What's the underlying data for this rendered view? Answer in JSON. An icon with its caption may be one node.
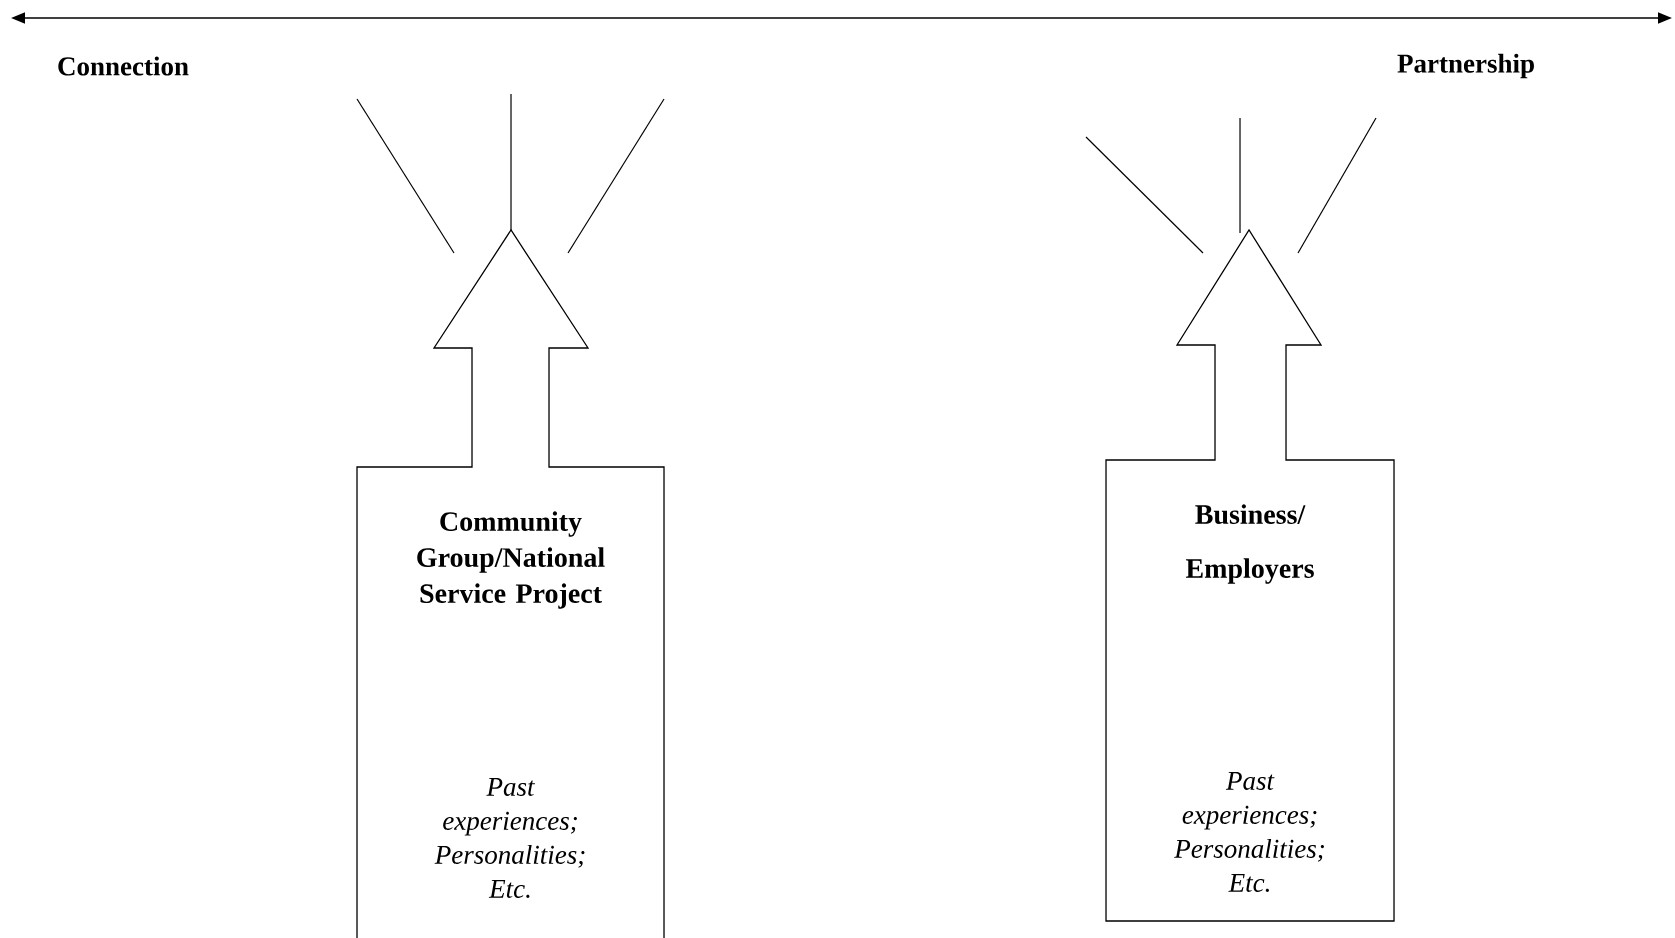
{
  "diagram": {
    "nodes": [
      {
        "text": [
          "Community Group/National Service Project",
          "Past experiences; Personalities; Etc."
        ]
      },
      {
        "text": [
          "Business/ Employers",
          "Past experiences; Personalities; Etc."
        ]
      }
    ],
    "labels": [
      "Connection",
      "Partnership"
    ]
  }
}
